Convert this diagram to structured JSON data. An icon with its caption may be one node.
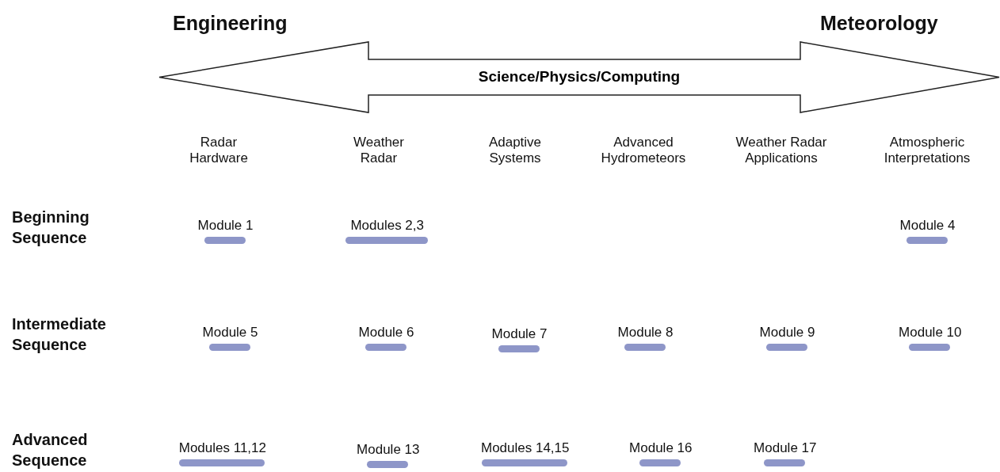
{
  "diagram": {
    "nodes": [
      {
        "text": [
          "Science/Physics/Computing"
        ]
      }
    ],
    "edges": [],
    "labels": [
      "Engineering",
      "Meteorology",
      "Radar Hardware",
      "Weather Radar",
      "Adaptive Systems",
      "Advanced Hydrometeors",
      "Weather Radar Applications",
      "Atmospheric Interpretations",
      "Beginning Sequence",
      "Module 1",
      "Modules 2,3",
      "Module 4",
      "Intermediate Sequence",
      "Module 5",
      "Module 6",
      "Module 7",
      "Module 8",
      "Module 9",
      "Module 10",
      "Advanced Sequence",
      "Modules 11,12",
      "Module 13",
      "Modules 14,15",
      "Module 16",
      "Module 17"
    ]
  }
}
